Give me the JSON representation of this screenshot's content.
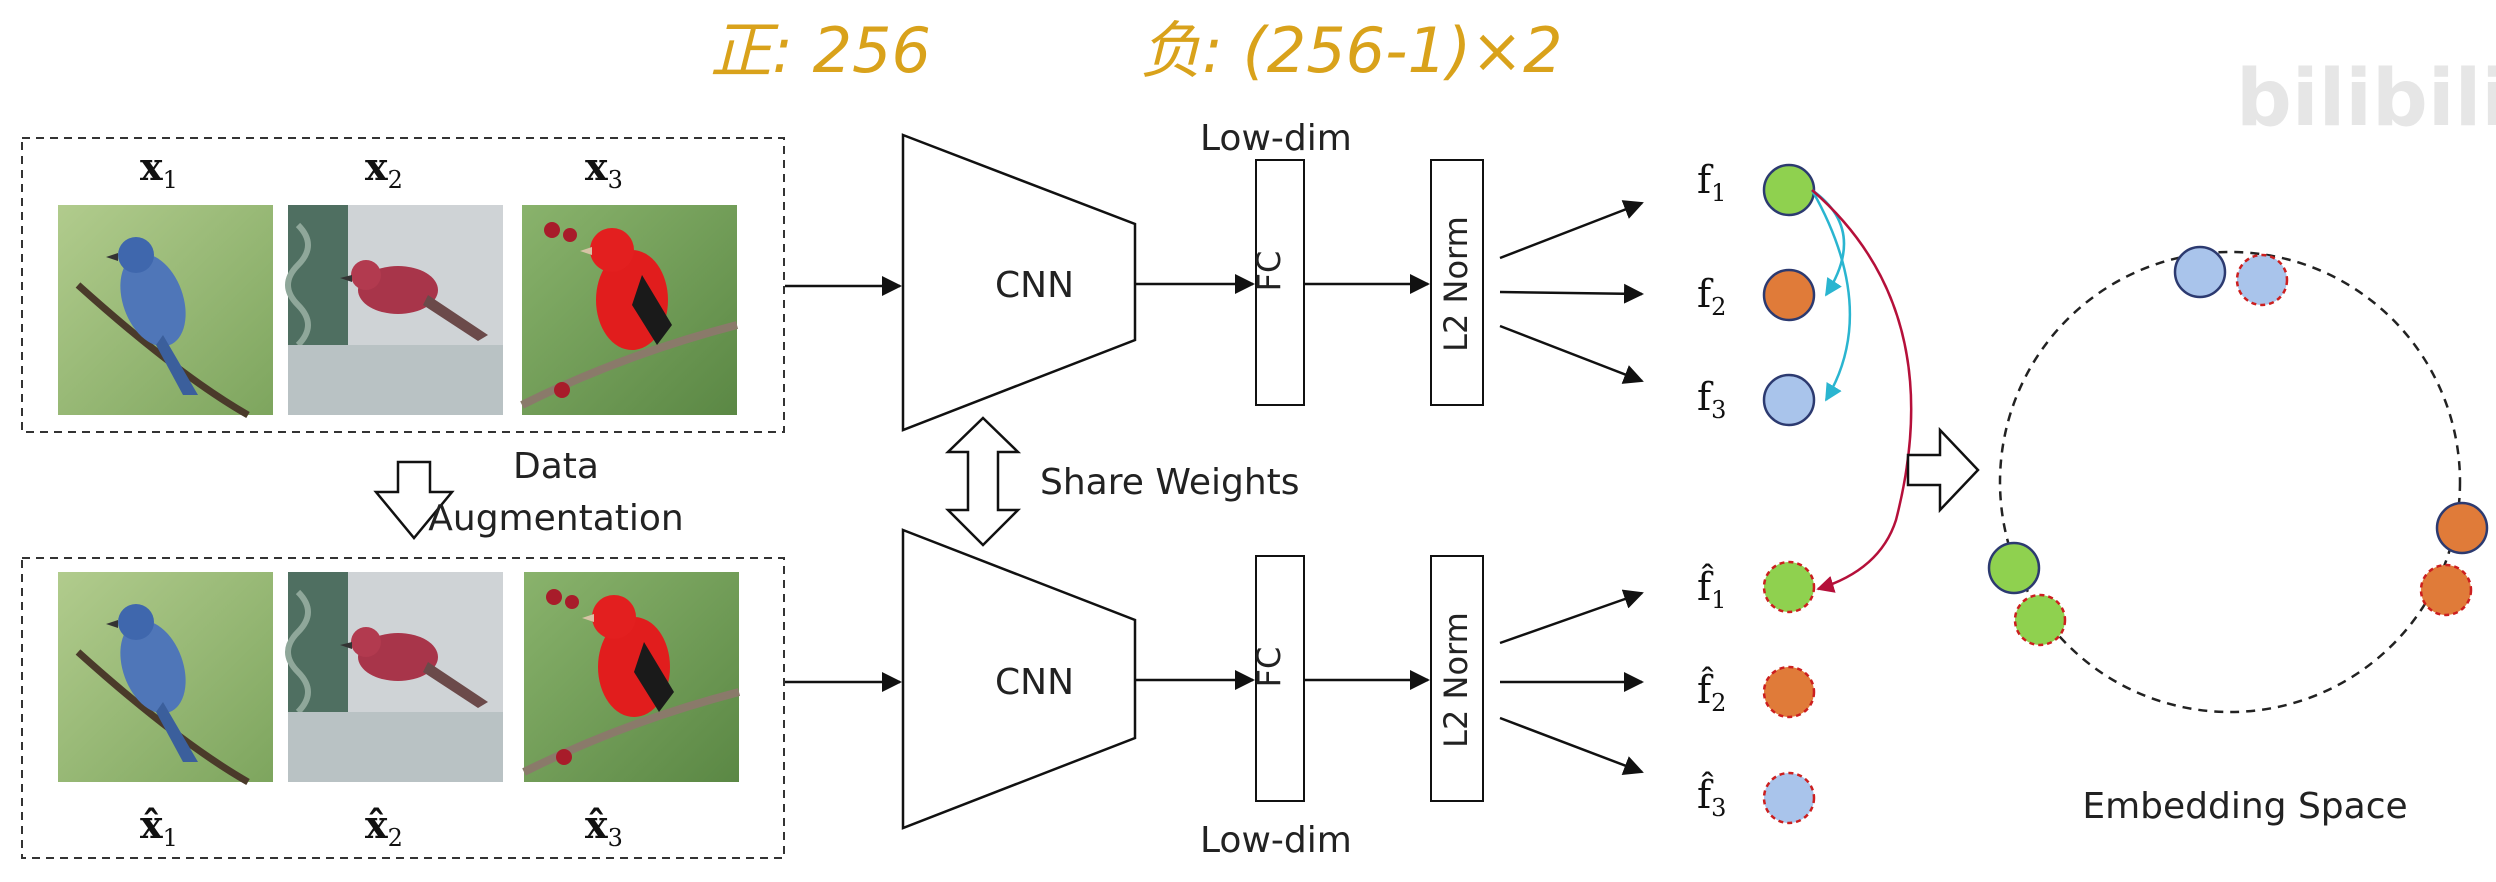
{
  "annotation": {
    "positive_label": "正: 256",
    "negative_label": "负: (256-1)×2"
  },
  "watermark": "bilibili",
  "labels": {
    "cnn_top": "CNN",
    "cnn_bottom": "CNN",
    "fc_top": "FC",
    "fc_bottom": "FC",
    "l2_top": "L2 Norm",
    "l2_bottom": "L2 Norm",
    "low_dim_top": "Low-dim",
    "low_dim_bottom": "Low-dim",
    "share_weights": "Share Weights",
    "data_aug_line1": "Data",
    "data_aug_line2": "Augmentation",
    "embedding_space": "Embedding Space"
  },
  "inputs_top": [
    {
      "label_base": "x",
      "label_sub": "1",
      "bird": "blue bird"
    },
    {
      "label_base": "x",
      "label_sub": "2",
      "bird": "red finch"
    },
    {
      "label_base": "x",
      "label_sub": "3",
      "bird": "red tanager"
    }
  ],
  "inputs_bottom": [
    {
      "label_base": "x̂",
      "label_sub": "1",
      "bird": "blue bird"
    },
    {
      "label_base": "x̂",
      "label_sub": "2",
      "bird": "red finch"
    },
    {
      "label_base": "x̂",
      "label_sub": "3",
      "bird": "red tanager"
    }
  ],
  "features_top": [
    {
      "label_base": "f",
      "label_sub": "1",
      "color": "#8fd14f"
    },
    {
      "label_base": "f",
      "label_sub": "2",
      "color": "#e07b39"
    },
    {
      "label_base": "f",
      "label_sub": "3",
      "color": "#a9c4eb"
    }
  ],
  "features_bottom": [
    {
      "label_base": "f̂",
      "label_sub": "1",
      "color": "#8fd14f"
    },
    {
      "label_base": "f̂",
      "label_sub": "2",
      "color": "#e07b39"
    },
    {
      "label_base": "f̂",
      "label_sub": "3",
      "color": "#a9c4eb"
    }
  ],
  "colors": {
    "positive_arrow": "#b5103a",
    "negative_arrow": "#2ab5d0",
    "dashed_border": "#cc1f1f",
    "annotation": "#d9a21b"
  }
}
